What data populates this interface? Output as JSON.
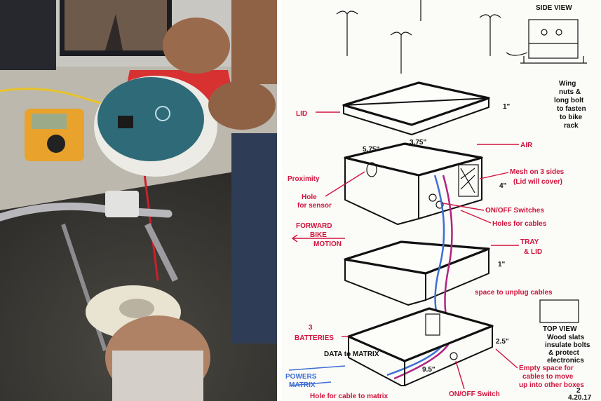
{
  "sketch": {
    "labels": {
      "side_view": "SIDE VIEW",
      "wing_nuts_1": "Wing",
      "wing_nuts_2": "nuts &",
      "wing_nuts_3": "long bolt",
      "wing_nuts_4": "to fasten",
      "wing_nuts_5": "to bike",
      "wing_nuts_6": "rack",
      "lid": "LID",
      "lid_dim": "1\"",
      "air": "AIR",
      "dim_575": "5.75\"",
      "dim_375": "3.75\"",
      "proximity": "Proximity",
      "hole_sensor_1": "Hole",
      "hole_sensor_2": "for sensor",
      "mesh_1": "Mesh on 3 sides",
      "mesh_2": "(Lid will cover)",
      "box_dim": "4\"",
      "onoff_switches": "ON/OFF Switches",
      "holes_cables": "Holes for cables",
      "forward_1": "FORWARD",
      "forward_2": "BIKE",
      "forward_3": "MOTION",
      "tray_1": "TRAY",
      "tray_2": "& LID",
      "tray_dim": "1\"",
      "space_unplug": "space to unplug cables",
      "batteries_1": "3",
      "batteries_2": "BATTERIES",
      "top_view": "TOP VIEW",
      "wood_1": "Wood slats",
      "wood_2": "insulate bolts",
      "wood_3": "& protect",
      "wood_4": "electronics",
      "bottom_dim": "2.5\"",
      "dim_95": "9.5\"",
      "data_to": "DATA to MATRIX",
      "powers_1": "POWERS",
      "powers_2": "MATRIX",
      "hole_cable": "Hole for cable to matrix",
      "onoff_switch": "ON/OFF Switch",
      "empty_1": "Empty space for",
      "empty_2": "cables to move",
      "empty_3": "up into other boxes",
      "page_num": "2",
      "date": "4.20.17"
    }
  }
}
